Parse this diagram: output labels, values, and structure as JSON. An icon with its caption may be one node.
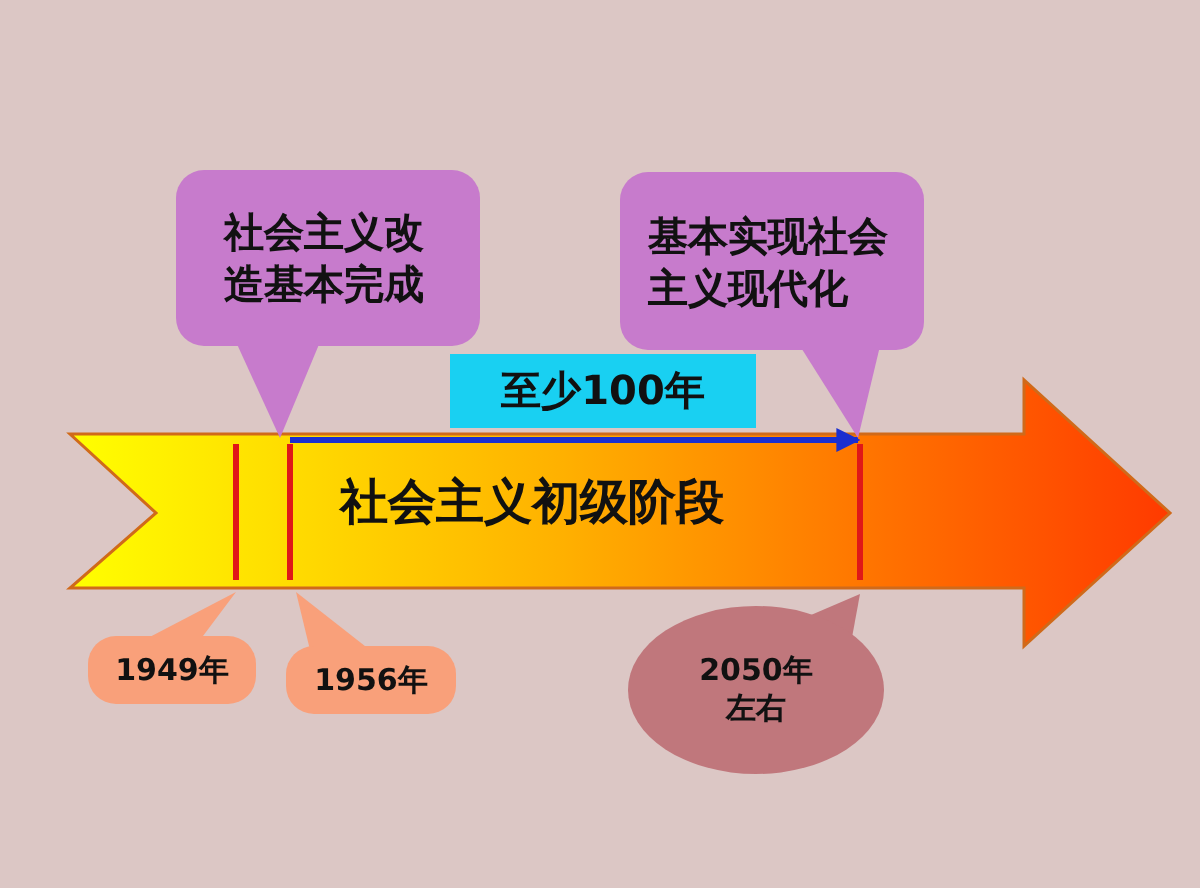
{
  "diagram": {
    "nodes": [
      {
        "text": [
          "社会主义初级阶段"
        ]
      },
      {
        "text": [
          "社会主义改造基本完成"
        ]
      },
      {
        "text": [
          "基本实现社会主义现代化"
        ]
      },
      {
        "text": [
          "至少100年"
        ]
      },
      {
        "text": [
          "1949年"
        ]
      },
      {
        "text": [
          "1956年"
        ]
      },
      {
        "text": [
          "2050年左右"
        ]
      }
    ]
  }
}
